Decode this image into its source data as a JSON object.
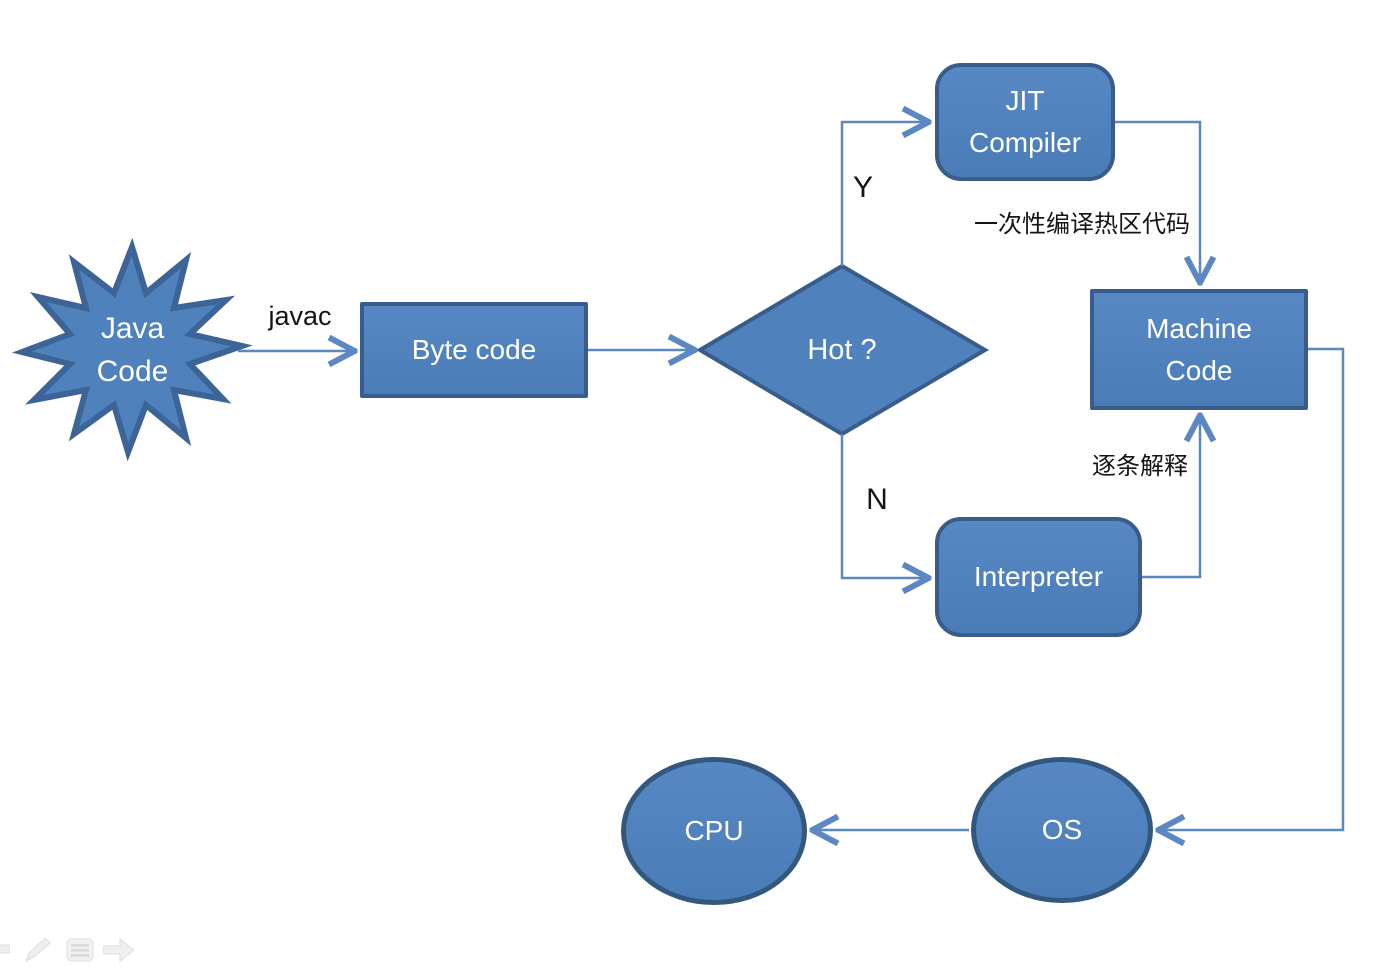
{
  "diagram": {
    "title_implied": "Java code JIT execution flowchart",
    "nodes": {
      "java_code": {
        "label": "Java\nCode",
        "shape": "explosion-star"
      },
      "byte_code": {
        "label": "Byte code",
        "shape": "rectangle"
      },
      "hot_decision": {
        "label": "Hot ?",
        "shape": "diamond"
      },
      "jit_compiler": {
        "label": "JIT\nCompiler",
        "shape": "rounded-rectangle"
      },
      "machine_code": {
        "label": "Machine\nCode",
        "shape": "rectangle"
      },
      "interpreter": {
        "label": "Interpreter",
        "shape": "rounded-rectangle"
      },
      "os": {
        "label": "OS",
        "shape": "ellipse"
      },
      "cpu": {
        "label": "CPU",
        "shape": "ellipse"
      }
    },
    "edge_labels": {
      "javac": "javac",
      "yes": "Y",
      "no": "N",
      "jit_note": "一次性编译热区代码",
      "interpret_note": "逐条解释"
    },
    "colors": {
      "shape_fill": "#4f81bd",
      "shape_border": "#385d8a",
      "connector": "#5b87c2",
      "node_text": "#ffffff",
      "label_text": "#141414",
      "background": "#ffffff"
    }
  },
  "presenter_toolbar": {
    "icons": [
      {
        "name": "previous-slide-arrow-icon"
      },
      {
        "name": "pen-icon"
      },
      {
        "name": "slide-menu-icon"
      },
      {
        "name": "next-slide-arrow-icon"
      }
    ]
  }
}
